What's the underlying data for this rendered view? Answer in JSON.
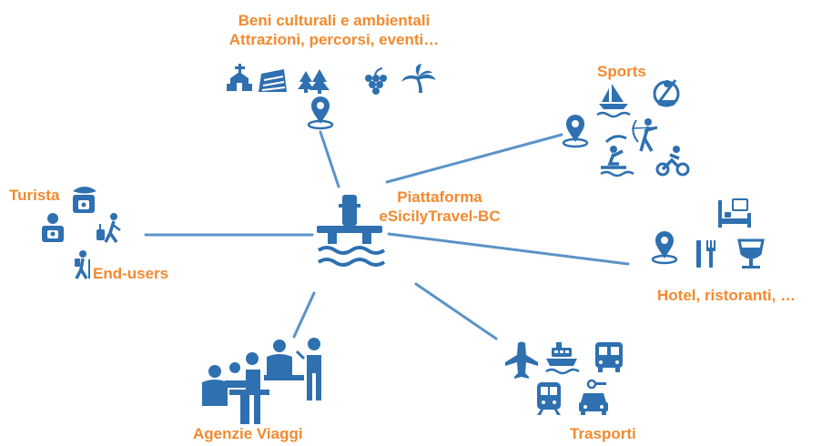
{
  "colors": {
    "accent": "#f28a2e",
    "icon": "#2e70b0",
    "connector": "#5b93c8"
  },
  "center": {
    "line1": "Piattaforma",
    "line2": "eSicilyTravel-BC",
    "icon": "offshore-platform-icon"
  },
  "groups": {
    "cultural": {
      "line1": "Beni culturali e ambientali",
      "line2": "Attrazioni, percorsi, eventi…",
      "icons": [
        "church-icon",
        "field-icon",
        "trees-icon",
        "grapes-icon",
        "palm-icon",
        "location-pin-icon"
      ]
    },
    "sports": {
      "label": "Sports",
      "icons": [
        "sailing-icon",
        "canoe-icon",
        "location-pin-icon",
        "archery-icon",
        "kitesurf-icon",
        "cycling-icon"
      ]
    },
    "endusers": {
      "label_tourist": "Turista",
      "label_users": "End-users",
      "icons": [
        "tourist-badge-icon",
        "user-badge-icon",
        "traveler-luggage-icon",
        "hiker-icon"
      ]
    },
    "hotel": {
      "label": "Hotel, ristoranti, …",
      "icons": [
        "bed-icon",
        "location-pin-icon",
        "cutlery-icon",
        "wine-glass-icon"
      ]
    },
    "agencies": {
      "label": "Agenzie Viaggi",
      "icons": [
        "travel-agency-meeting-icon"
      ]
    },
    "transport": {
      "label": "Trasporti",
      "icons": [
        "airplane-icon",
        "ship-icon",
        "bus-icon",
        "train-icon",
        "taxi-icon"
      ]
    }
  }
}
